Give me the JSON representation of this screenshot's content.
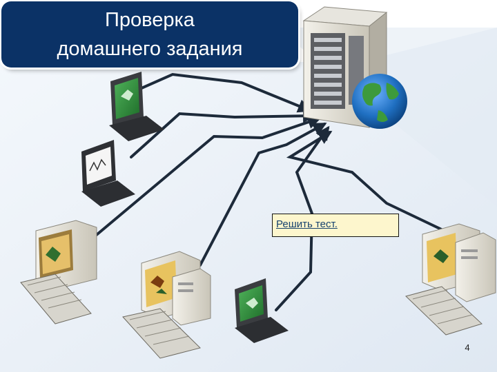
{
  "slide": {
    "title": "Проверка\nдомашнего задания",
    "link_label": "Решить тест.",
    "page_number": "4"
  },
  "colors": {
    "title_background": "#0b3266",
    "title_text": "#ffffff",
    "link_text": "#16426e",
    "link_background": "#fdf6cd",
    "cables": "#1d2a3a",
    "screen_green": "#2f8a3a",
    "globe_blue": "#1f6fc1"
  },
  "illustration": {
    "icons": [
      "server-rack-icon",
      "globe-icon",
      "laptop-icon",
      "crt-monitor-icon",
      "keyboard-icon",
      "pc-tower-icon"
    ]
  }
}
